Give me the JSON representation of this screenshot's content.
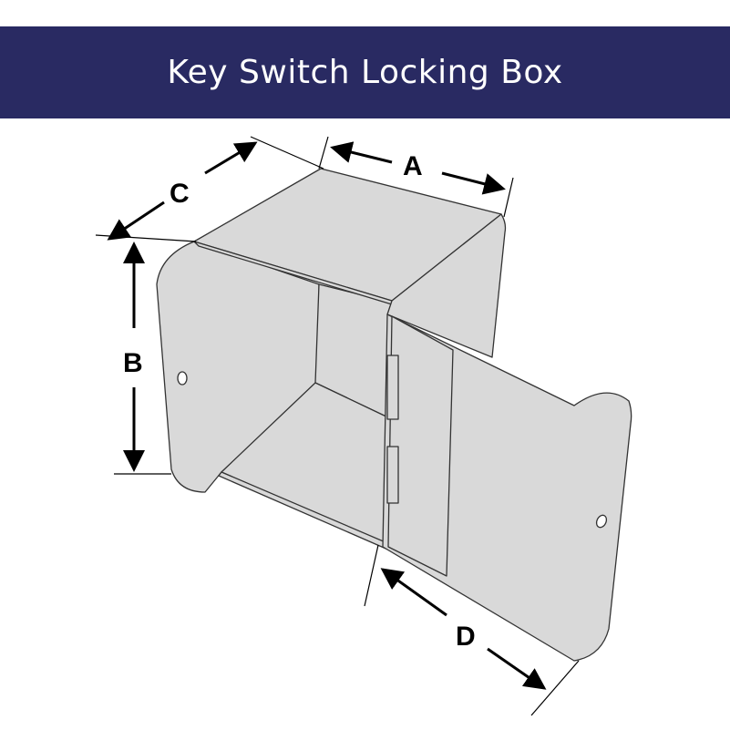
{
  "header": {
    "title": "Key Switch Locking Box"
  },
  "dimensions": {
    "a": "A",
    "b": "B",
    "c": "C",
    "d": "D"
  },
  "colors": {
    "header_bg": "#292a62",
    "panel": "#d9d9d9",
    "outline": "#333333"
  }
}
